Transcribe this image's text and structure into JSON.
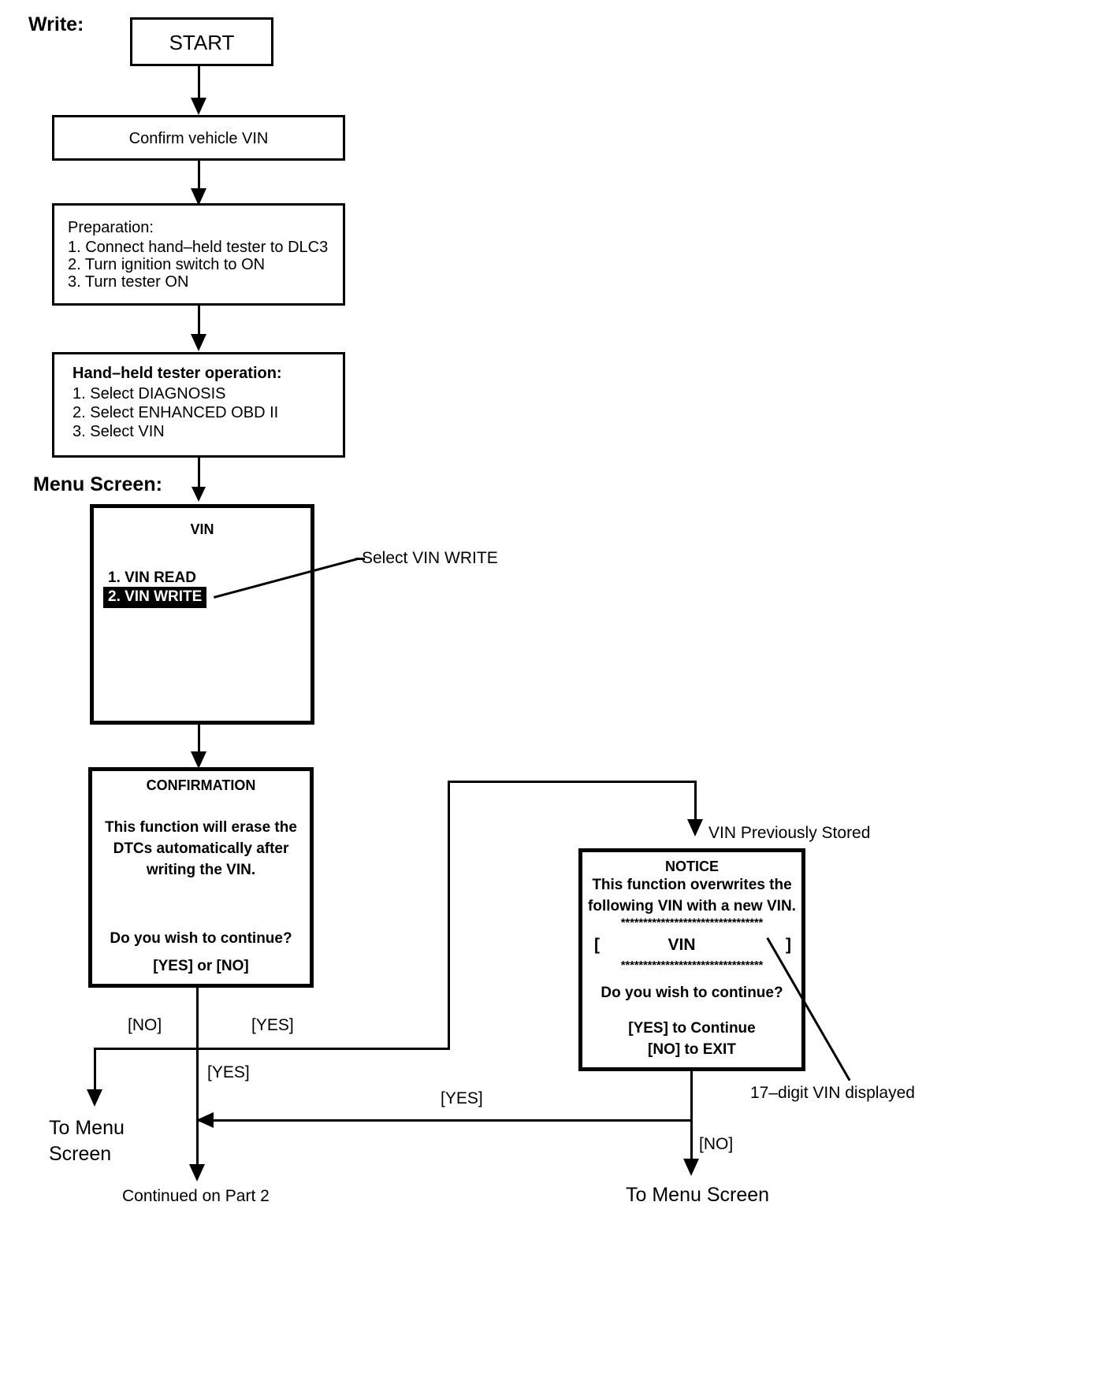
{
  "document": {
    "section_label": "Write:",
    "menu_screen_label": "Menu Screen:"
  },
  "nodes": {
    "start": {
      "label": "START"
    },
    "confirm_vin": {
      "label": "Confirm vehicle VIN"
    },
    "preparation": {
      "heading": "Preparation:",
      "steps": [
        "1. Connect hand–held tester to DLC3",
        "2. Turn ignition switch to ON",
        "3. Turn tester ON"
      ]
    },
    "tester_operation": {
      "heading": "Hand–held tester operation:",
      "steps": [
        "1. Select DIAGNOSIS",
        "2. Select ENHANCED OBD II",
        "3. Select VIN"
      ]
    },
    "vin_menu": {
      "title": "VIN",
      "items": [
        {
          "label": "1. VIN READ",
          "selected": false
        },
        {
          "label": "2. VIN WRITE",
          "selected": true
        }
      ]
    },
    "confirmation": {
      "title": "CONFIRMATION",
      "body": [
        "This function will erase the",
        "DTCs automatically after",
        "writing the VIN."
      ],
      "question": "Do you wish to continue?",
      "options": "[YES] or [NO]"
    },
    "notice": {
      "title": "NOTICE",
      "body": [
        "This function overwrites the",
        "following VIN with a new VIN."
      ],
      "separator_top": "********************************",
      "vin_line_open": "[",
      "vin_line_value": "VIN",
      "vin_line_close": "]",
      "separator_bottom": "********************************",
      "question": "Do you wish to continue?",
      "option_yes": "[YES] to Continue",
      "option_no": "[NO] to EXIT"
    }
  },
  "annotations": {
    "select_vin_write": "Select VIN WRITE",
    "vin_previously_stored": "VIN Previously Stored",
    "vin_digits_note": "17–digit VIN displayed"
  },
  "edge_labels": {
    "confirmation_no": "[NO]",
    "confirmation_yes_right": "[YES]",
    "confirmation_yes_down": "[YES]",
    "notice_yes": "[YES]",
    "notice_no": "[NO]"
  },
  "terminals": {
    "to_menu_screen_left_line1": "To Menu",
    "to_menu_screen_left_line2": "Screen",
    "continued_on_part_2": "Continued on Part 2",
    "to_menu_screen_right": "To Menu Screen"
  }
}
